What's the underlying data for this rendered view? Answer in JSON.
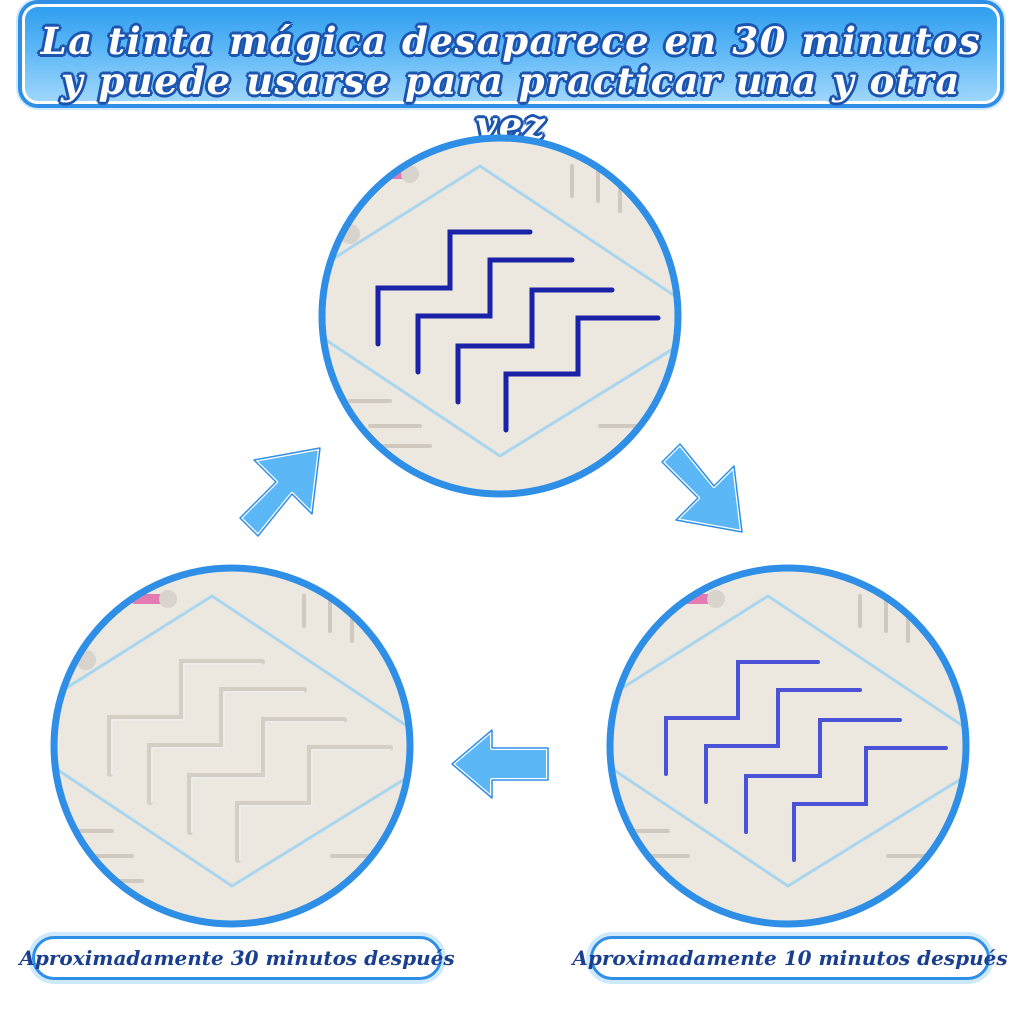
{
  "banner": {
    "line1": "La tinta mágica desaparece en 30 minutos",
    "line2": "y puede usarse para practicar una y otra vez"
  },
  "panels": {
    "top": {
      "stage": "ink-fresh",
      "ink_color": "#1a22a8"
    },
    "right": {
      "caption": "Aproximadamente 10 minutos después",
      "ink_color": "#4a52d8"
    },
    "left": {
      "caption": "Aproximadamente 30 minutos después",
      "ink_color": ""
    }
  },
  "colors": {
    "accent": "#2f8fe6",
    "arrow": "#5cb7f6",
    "board": "#ece7df",
    "grid_line": "#a9d6ef"
  },
  "arrows": [
    "arrow-up-right-icon",
    "arrow-down-right-icon",
    "arrow-left-icon"
  ]
}
